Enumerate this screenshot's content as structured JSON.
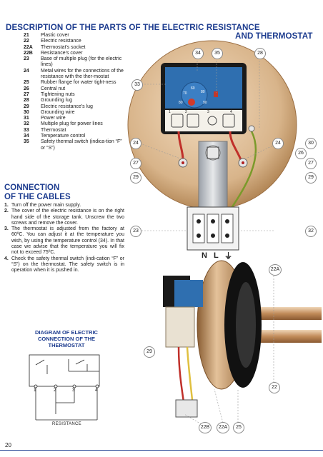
{
  "header": {
    "title_line1": "DESCRIPTION OF THE PARTS OF THE ELECTRIC RESISTANCE",
    "title_line2": "AND THERMOSTAT"
  },
  "parts": [
    {
      "code": "21",
      "desc": "Plastic cover"
    },
    {
      "code": "22",
      "desc": "Electric resistance"
    },
    {
      "code": "22A",
      "desc": "Thermostat's socket"
    },
    {
      "code": "22B",
      "desc": "Resistance's cover"
    },
    {
      "code": "23",
      "desc": "Base of multiple plug (for the electric lines)"
    },
    {
      "code": "24",
      "desc": "Metal wires for the connections of the resistance with the ther-mostat"
    },
    {
      "code": "25",
      "desc": "Rubber flange for water tight-ness"
    },
    {
      "code": "26",
      "desc": "Central nut"
    },
    {
      "code": "27",
      "desc": "Tightening nuts"
    },
    {
      "code": "28",
      "desc": "Grounding lug"
    },
    {
      "code": "29",
      "desc": "Electric resistance's lug"
    },
    {
      "code": "30",
      "desc": "Grounding wire"
    },
    {
      "code": "31",
      "desc": "Power wire"
    },
    {
      "code": "32",
      "desc": "Multiple plug for power lines"
    },
    {
      "code": "33",
      "desc": "Thermostat"
    },
    {
      "code": "34",
      "desc": "Temperature control"
    },
    {
      "code": "35",
      "desc": "Safety thermal switch (indica-tion “F” or “S”)"
    }
  ],
  "connection": {
    "title_line1": "CONNECTION",
    "title_line2": "OF THE CABLES",
    "steps": [
      {
        "n": "1.",
        "text": "Turn off the power main supply."
      },
      {
        "n": "2.",
        "text": "The cover of the electric resistance is on the right hand side of the storage tank. Unscrew the two screws and remove the cover."
      },
      {
        "n": "3.",
        "text": "The thermostat is adjusted from the factory at 60ºC. You can adjust it at the temperature you wish, by using the temperature control (34). In that case we advise that the temperature you will fix not to exceed 75ºC."
      },
      {
        "n": "4.",
        "text": "Check the safety thermal switch (indi-cation “F” or “S”) on the thermostat. The safety switch is in operation when it is pushed in."
      }
    ]
  },
  "diagram": {
    "title": "DIAGRAM OF ELECTRIC CONNECTION OF THE THERMOSTAT",
    "terminals": [
      "1",
      "2",
      "3",
      "4"
    ],
    "resistance_label": "RESISTANCE"
  },
  "illustration": {
    "callouts": [
      {
        "id": "34",
        "label": "34"
      },
      {
        "id": "35",
        "label": "35"
      },
      {
        "id": "28",
        "label": "28"
      },
      {
        "id": "33",
        "label": "33"
      },
      {
        "id": "24a",
        "label": "24"
      },
      {
        "id": "24b",
        "label": "24"
      },
      {
        "id": "30",
        "label": "30"
      },
      {
        "id": "26",
        "label": "26"
      },
      {
        "id": "27a",
        "label": "27"
      },
      {
        "id": "27b",
        "label": "27"
      },
      {
        "id": "29a",
        "label": "29"
      },
      {
        "id": "29b",
        "label": "29"
      },
      {
        "id": "23",
        "label": "23"
      },
      {
        "id": "32",
        "label": "32"
      },
      {
        "id": "22A",
        "label": "22A"
      },
      {
        "id": "29c",
        "label": "29"
      },
      {
        "id": "22",
        "label": "22"
      },
      {
        "id": "22B",
        "label": "22B"
      },
      {
        "id": "22A2",
        "label": "22A"
      },
      {
        "id": "25",
        "label": "25"
      }
    ],
    "plug_labels": [
      "N",
      "L",
      "⏚"
    ],
    "dial_numbers": [
      "60",
      "70",
      "80",
      "90",
      "80"
    ],
    "dial_terminal_numbers": [
      "1",
      "2",
      "3",
      "4"
    ]
  },
  "footer": {
    "page_number": "20"
  },
  "colors": {
    "heading": "#1d3c8f",
    "flange": "#c9a070",
    "thermostat_panel": "#2f6fb0"
  }
}
